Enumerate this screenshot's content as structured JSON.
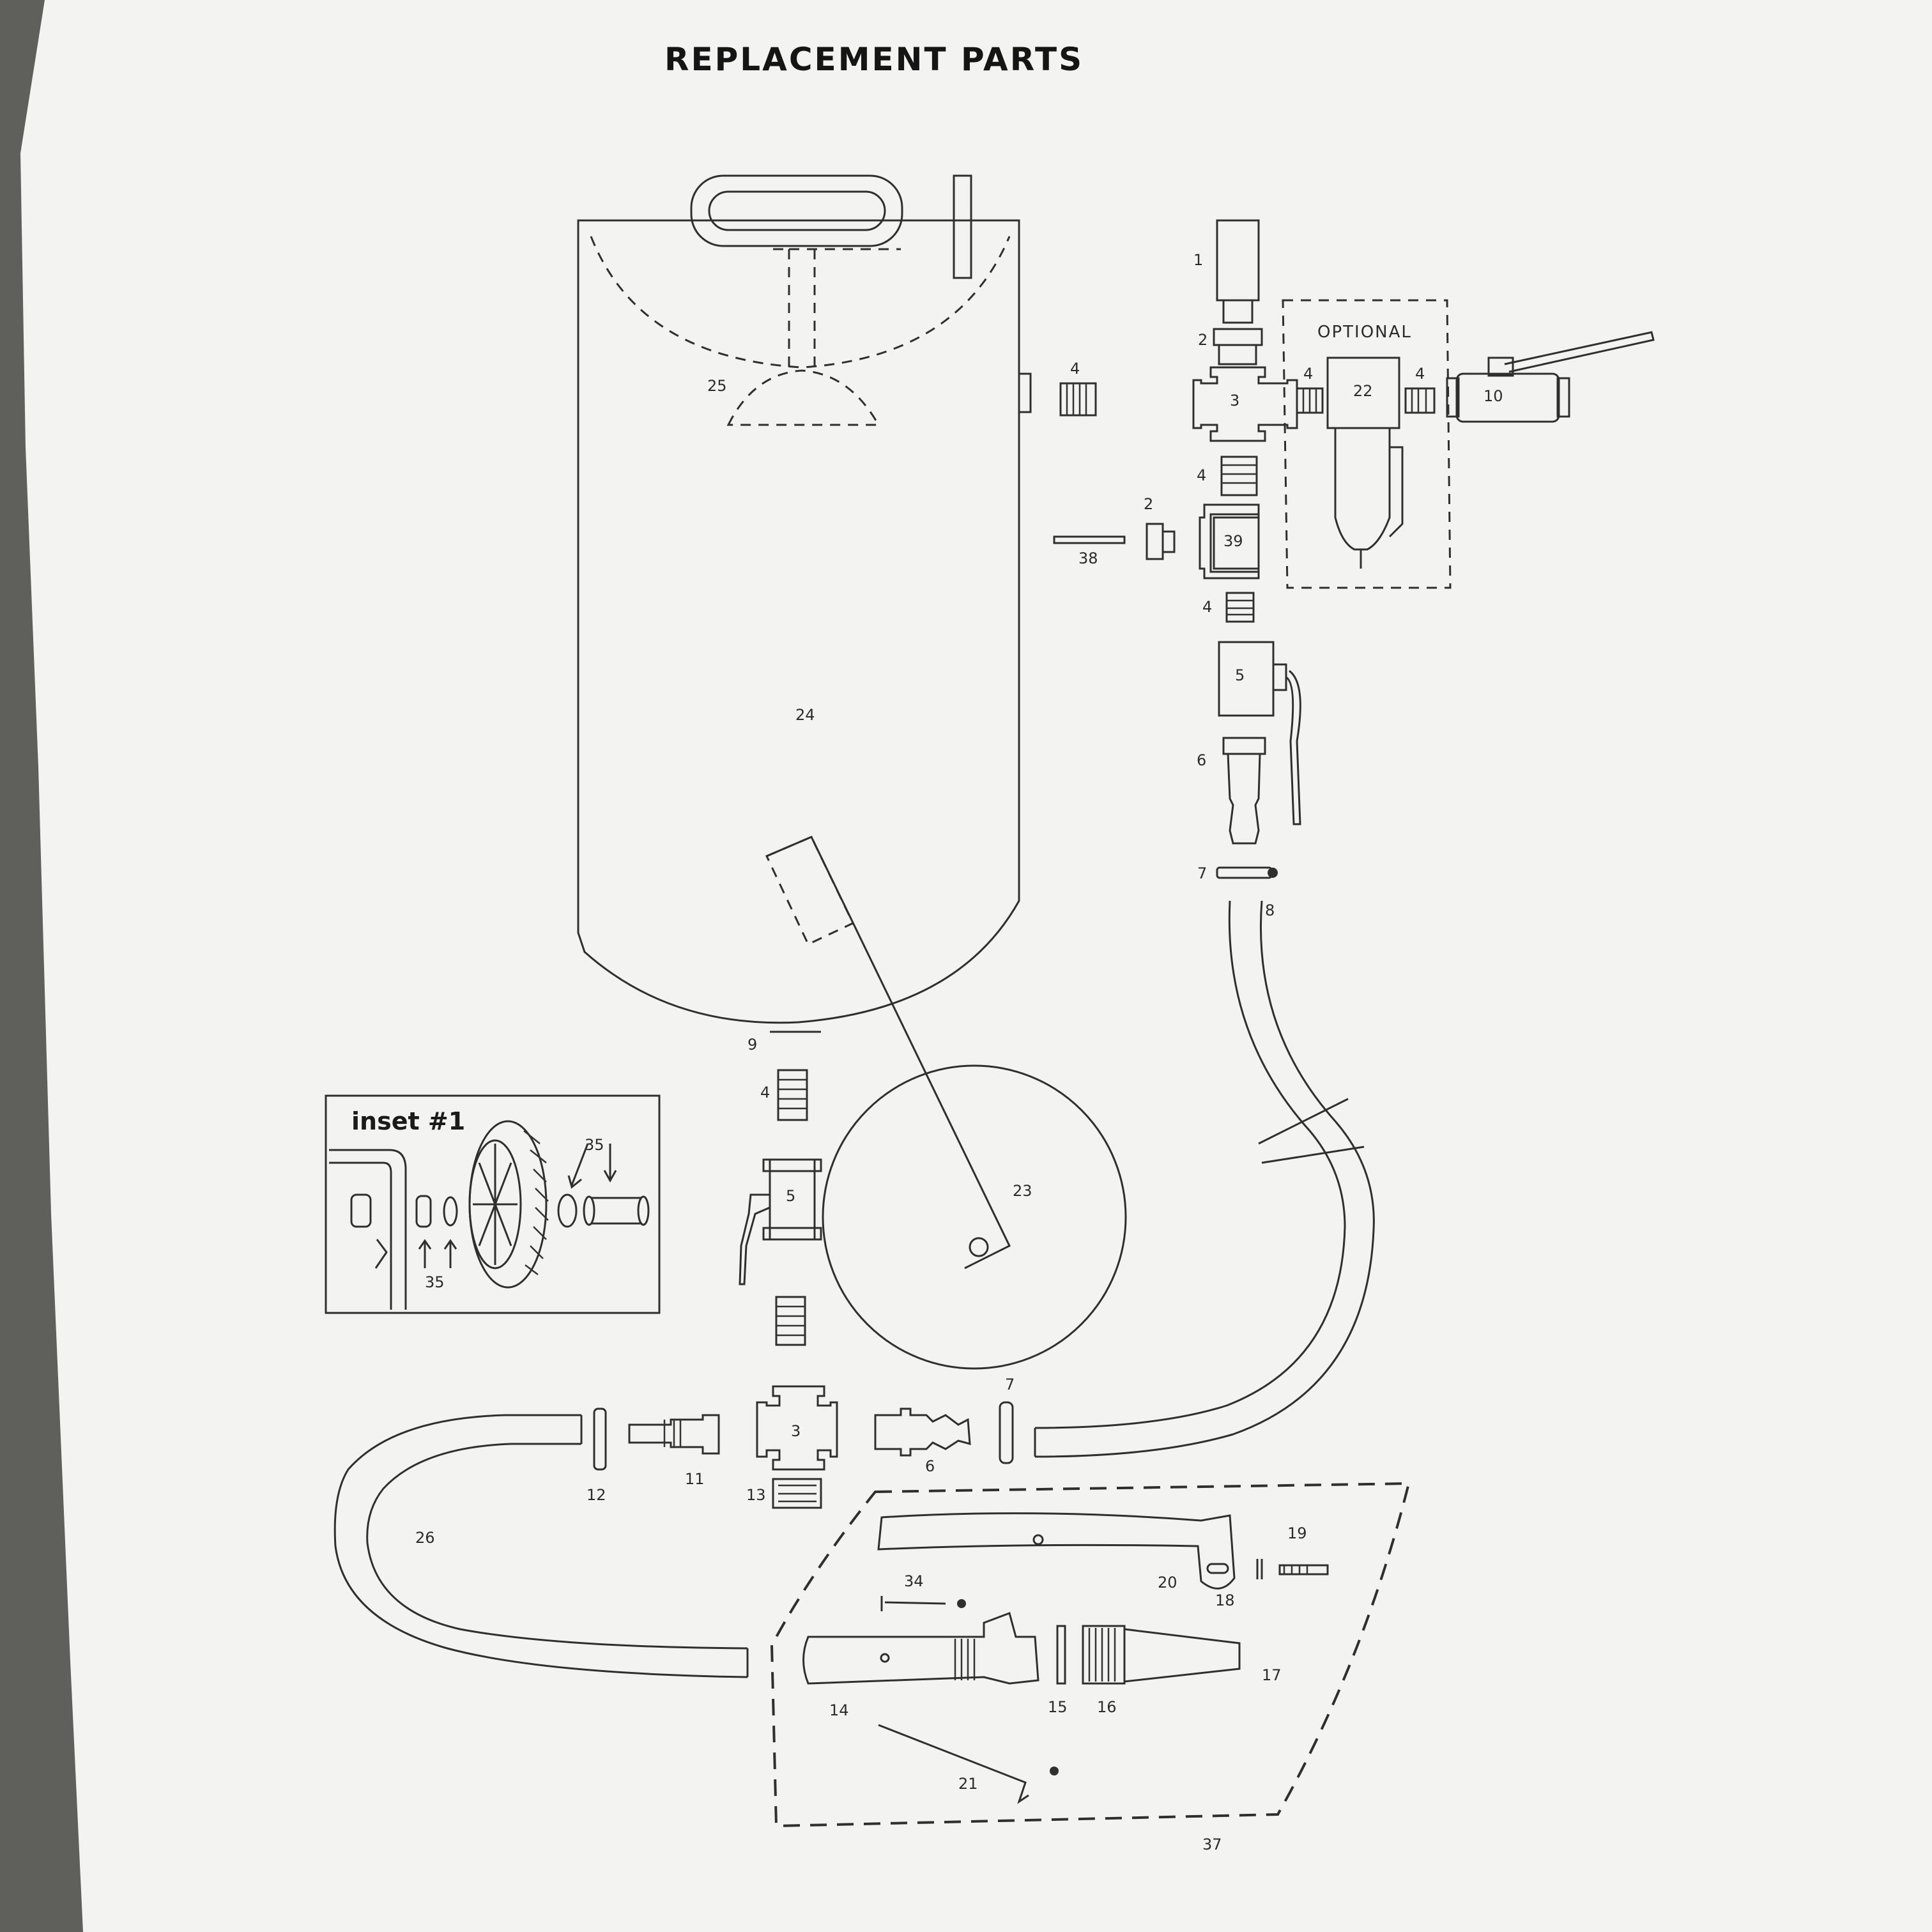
{
  "title": "REPLACEMENT PARTS",
  "optional_label": "OPTIONAL",
  "inset_title": "inset #1",
  "colors": {
    "paper": "#f3f3f1",
    "ink": "#2f2f2f",
    "background": "#5f5f5c"
  },
  "labels": {
    "p1": "1",
    "p2a": "2",
    "p2b": "2",
    "p3a": "3",
    "p3b": "3",
    "p4a": "4",
    "p4b": "4",
    "p4c": "4",
    "p4d": "4",
    "p4e": "4",
    "p4f": "4",
    "p5a": "5",
    "p5b": "5",
    "p6a": "6",
    "p6b": "6",
    "p7a": "7",
    "p7b": "7",
    "p8": "8",
    "p9": "9",
    "p10": "10",
    "p11": "11",
    "p12": "12",
    "p13": "13",
    "p14": "14",
    "p15": "15",
    "p16": "16",
    "p17": "17",
    "p18": "18",
    "p19": "19",
    "p20": "20",
    "p21": "21",
    "p22": "22",
    "p23": "23",
    "p24": "24",
    "p25": "25",
    "p26": "26",
    "p34": "34",
    "p35a": "35",
    "p35b": "35",
    "p37": "37",
    "p38": "38",
    "p39": "39"
  }
}
